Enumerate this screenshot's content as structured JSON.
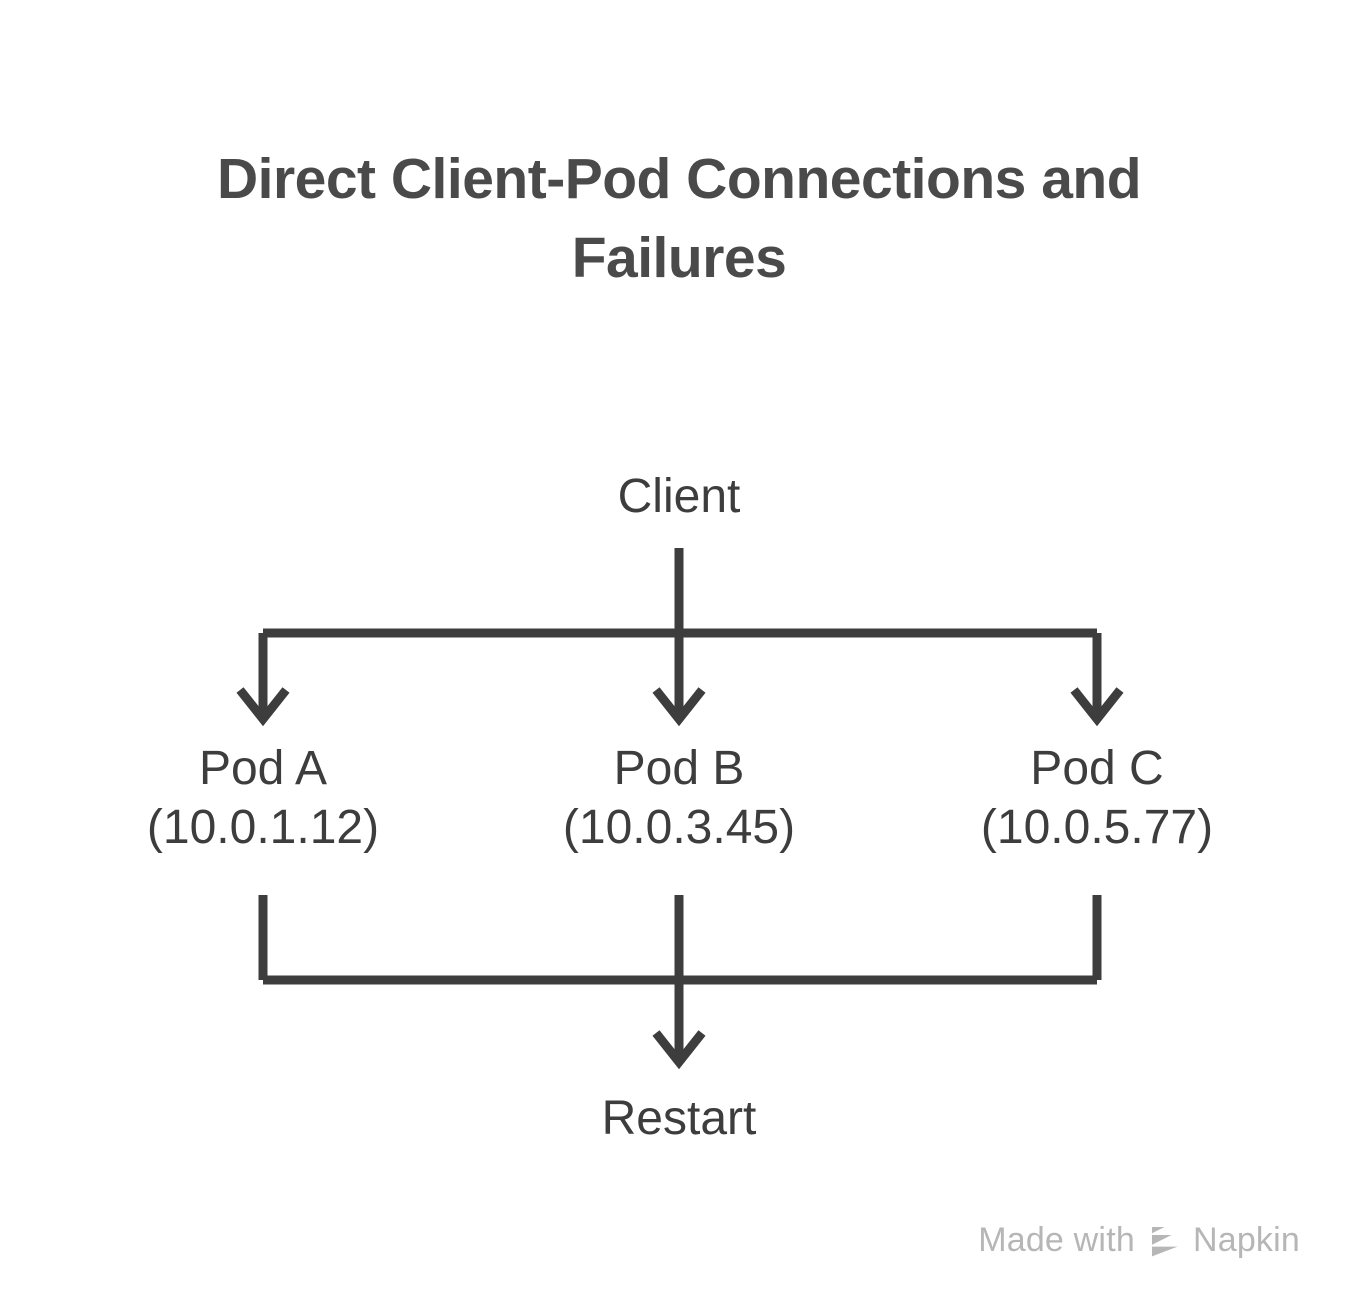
{
  "title": "Direct Client-Pod Connections and\nFailures",
  "colors": {
    "background": "#ffffff",
    "title_text": "#4a4a4a",
    "node_text": "#3d3d3d",
    "connector": "#3d3d3d",
    "watermark": "#b6b6b6"
  },
  "nodes": {
    "client": {
      "label": "Client"
    },
    "pod_a": {
      "label": "Pod A\n(10.0.1.12)",
      "name": "Pod A",
      "ip": "(10.0.1.12)"
    },
    "pod_b": {
      "label": "Pod B\n(10.0.3.45)",
      "name": "Pod B",
      "ip": "(10.0.3.45)"
    },
    "pod_c": {
      "label": "Pod C\n(10.0.5.77)",
      "name": "Pod C",
      "ip": "(10.0.5.77)"
    },
    "restart": {
      "label": "Restart"
    }
  },
  "edges": [
    {
      "from": "client",
      "to": "pod_a",
      "arrow": "down"
    },
    {
      "from": "client",
      "to": "pod_b",
      "arrow": "down"
    },
    {
      "from": "client",
      "to": "pod_c",
      "arrow": "down"
    },
    {
      "from": "pod_a",
      "to": "restart",
      "arrow": "down"
    },
    {
      "from": "pod_b",
      "to": "restart",
      "arrow": "down"
    },
    {
      "from": "pod_c",
      "to": "restart",
      "arrow": "down"
    }
  ],
  "watermark": {
    "text": "Made with",
    "brand": "Napkin",
    "logo": "napkin-logo-icon"
  }
}
